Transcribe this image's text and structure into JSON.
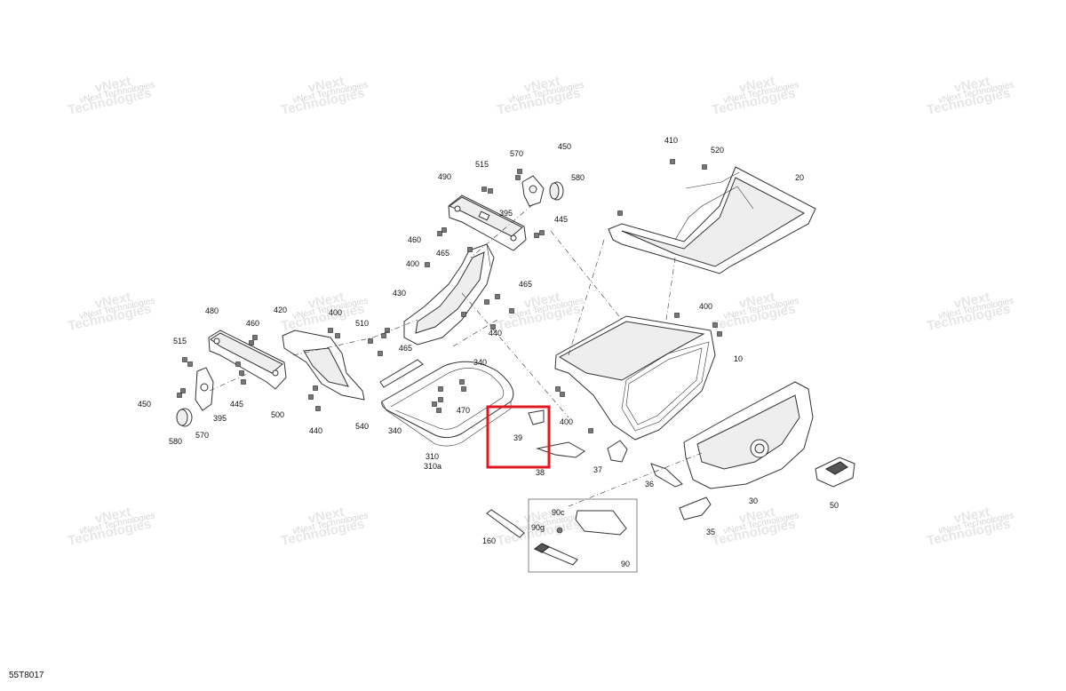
{
  "diagram_code": "55T8017",
  "watermark": {
    "line1": "vNext",
    "line2": "Technologies",
    "small": "vNext Technologies"
  },
  "highlight": {
    "color": "#e1191e",
    "part": "39"
  },
  "part_labels": [
    "450",
    "570",
    "515",
    "580",
    "490",
    "395",
    "445",
    "460",
    "465",
    "400",
    "410",
    "520",
    "20",
    "430",
    "480",
    "420",
    "400",
    "465",
    "460",
    "510",
    "465",
    "440",
    "400",
    "515",
    "340",
    "10",
    "470",
    "450",
    "445",
    "500",
    "440",
    "540",
    "340",
    "310",
    "310a",
    "395",
    "580",
    "570",
    "39",
    "400",
    "38",
    "37",
    "36",
    "30",
    "50",
    "90c",
    "160",
    "90g",
    "35",
    "90"
  ],
  "colors": {
    "line": "#333333",
    "fill": "#ffffff",
    "highlight": "#e1191e"
  }
}
